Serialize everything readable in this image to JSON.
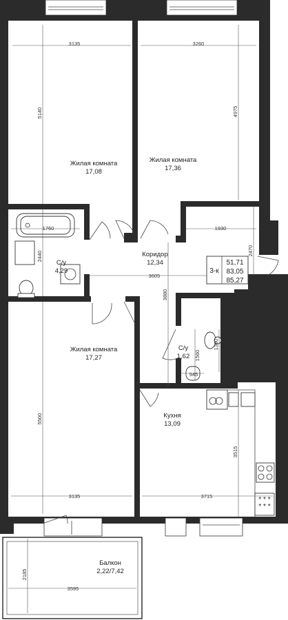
{
  "rooms": {
    "living1": {
      "name": "Жилая комната",
      "area": "17,08"
    },
    "living2": {
      "name": "Жилая комната",
      "area": "17,36"
    },
    "corridor": {
      "name": "Коридор",
      "area": "12,34"
    },
    "bath1": {
      "name": "С/у",
      "area": "4,29"
    },
    "bath2": {
      "name": "С/у",
      "area": "1,62"
    },
    "living3": {
      "name": "Жилая комната",
      "area": "17,27"
    },
    "kitchen": {
      "name": "Кухня",
      "area": "13,09"
    },
    "balcony": {
      "name": "Балкон",
      "area": "2,22/7,42"
    }
  },
  "summary": {
    "type": "3-к",
    "area_living": "51,71",
    "area_total": "83,05",
    "area_full": "85,27"
  },
  "dimensions": {
    "d3135_top": "3135",
    "d3260": "3260",
    "d5140": "5140",
    "d4975": "4975",
    "d1760": "1760",
    "d2440": "2440",
    "d1930": "1930",
    "d2470": "2470",
    "d3605": "3605",
    "d3880": "3880",
    "d1560": "1560",
    "d1300": "1300",
    "d945": "945",
    "d5500": "5500",
    "d3515": "3515",
    "d3135_bottom": "3135",
    "d3715": "3715",
    "d2185": "2185",
    "d3595": "3595"
  },
  "colors": {
    "wall": "#2b2b2b",
    "background": "#ffffff",
    "line": "#444444"
  }
}
